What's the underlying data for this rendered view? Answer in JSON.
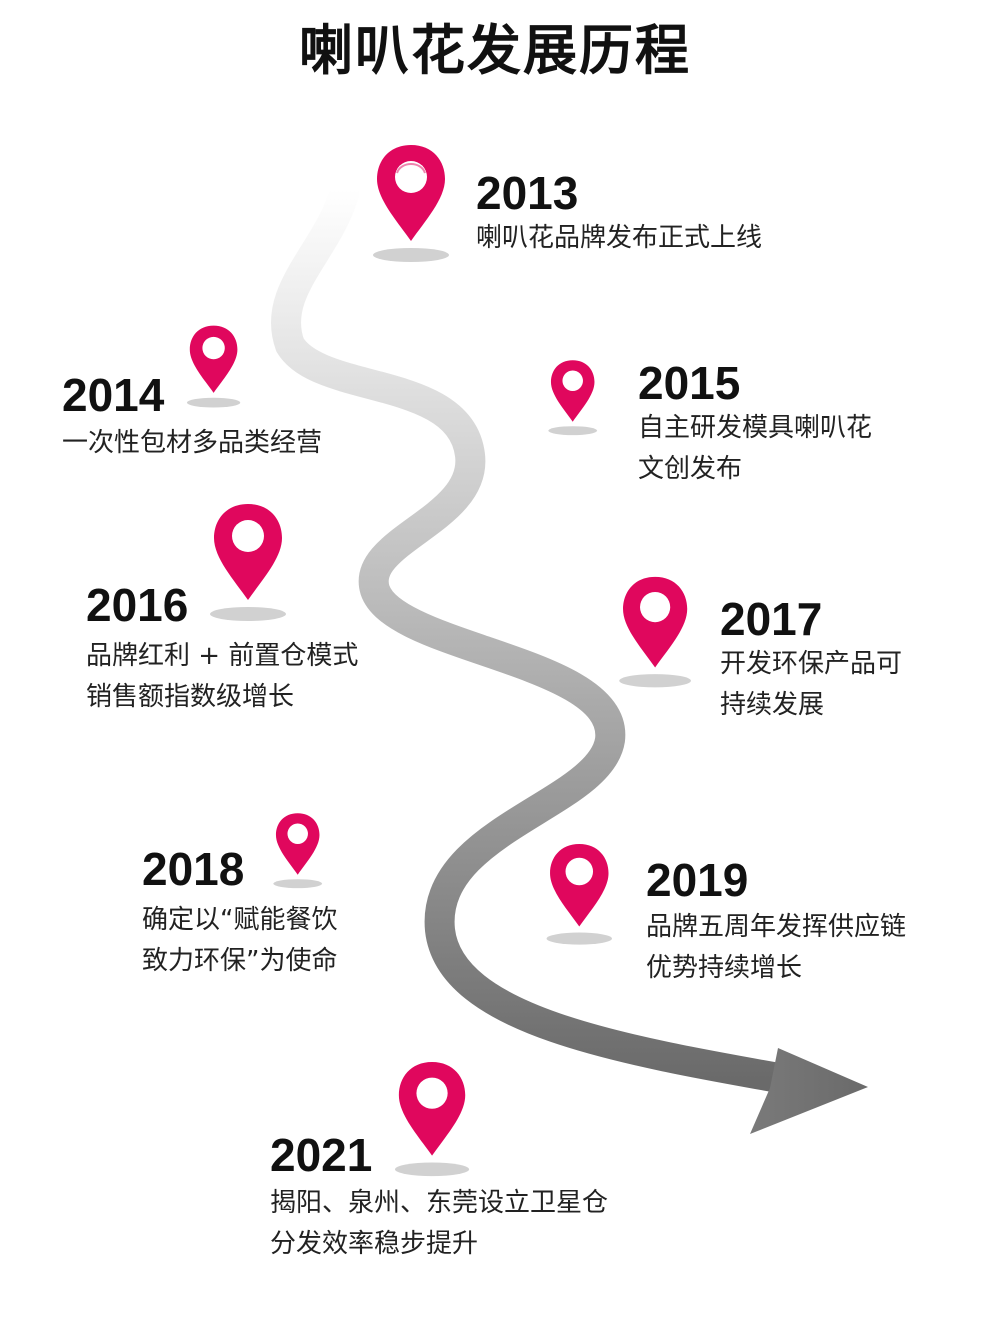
{
  "title": "喇叭花发展历程",
  "colors": {
    "pin": "#e0075d",
    "road_light": "#f2f2f2",
    "road_dark": "#6e6e6e"
  },
  "icons": {
    "milestone": "map-pin-icon",
    "direction": "arrow-right-icon"
  },
  "milestones": [
    {
      "year": "2013",
      "lines": [
        "喇叭花品牌发布正式上线"
      ]
    },
    {
      "year": "2014",
      "lines": [
        "一次性包材多品类经营"
      ]
    },
    {
      "year": "2015",
      "lines": [
        "自主研发模具喇叭花",
        "文创发布"
      ]
    },
    {
      "year": "2016",
      "lines": [
        "品牌红利 + 前置仓模式",
        "销售额指数级增长"
      ]
    },
    {
      "year": "2017",
      "lines": [
        "开发环保产品可",
        "持续发展"
      ]
    },
    {
      "year": "2018",
      "lines": [
        "确定以“赋能餐饮",
        "致力环保”为使命"
      ]
    },
    {
      "year": "2019",
      "lines": [
        "品牌五周年发挥供应链",
        "优势持续增长"
      ]
    },
    {
      "year": "2021",
      "lines": [
        "揭阳、泉州、东莞设立卫星仓",
        "分发效率稳步提升"
      ]
    }
  ]
}
